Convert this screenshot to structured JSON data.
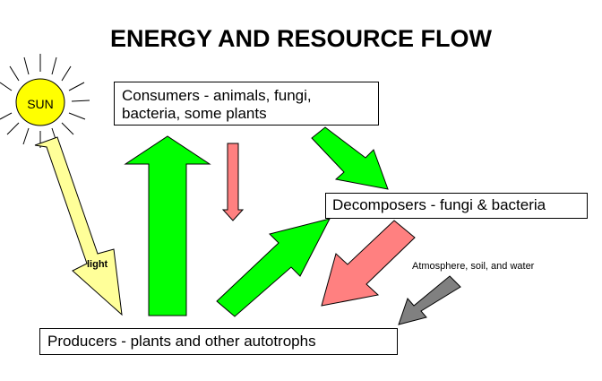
{
  "title": "ENERGY AND RESOURCE FLOW",
  "nodes": {
    "sun": "SUN",
    "consumers_line1": "Consumers - animals, fungi,",
    "consumers_line2": "bacteria, some plants",
    "decomposers": "Decomposers - fungi & bacteria",
    "producers": "Producers - plants and other autotrophs"
  },
  "labels": {
    "light": "light",
    "atmosphere": "Atmosphere, soil, and water"
  },
  "colors": {
    "sun_fill": "#ffff00",
    "light_arrow": "#ffff99",
    "energy_arrow": "#00ff00",
    "decay_arrow": "#ff8080",
    "abiotic_arrow": "#808080"
  },
  "edges": [
    {
      "from": "sun",
      "to": "producers",
      "label": "light",
      "color": "light-yellow"
    },
    {
      "from": "producers",
      "to": "consumers",
      "color": "green"
    },
    {
      "from": "consumers",
      "to": "decomposers",
      "color": "green"
    },
    {
      "from": "producers",
      "to": "decomposers",
      "color": "green"
    },
    {
      "from": "consumers",
      "to": "down",
      "color": "pink"
    },
    {
      "from": "decomposers",
      "to": "producers",
      "color": "pink"
    },
    {
      "from": "atmosphere",
      "to": "producers",
      "color": "gray"
    }
  ]
}
